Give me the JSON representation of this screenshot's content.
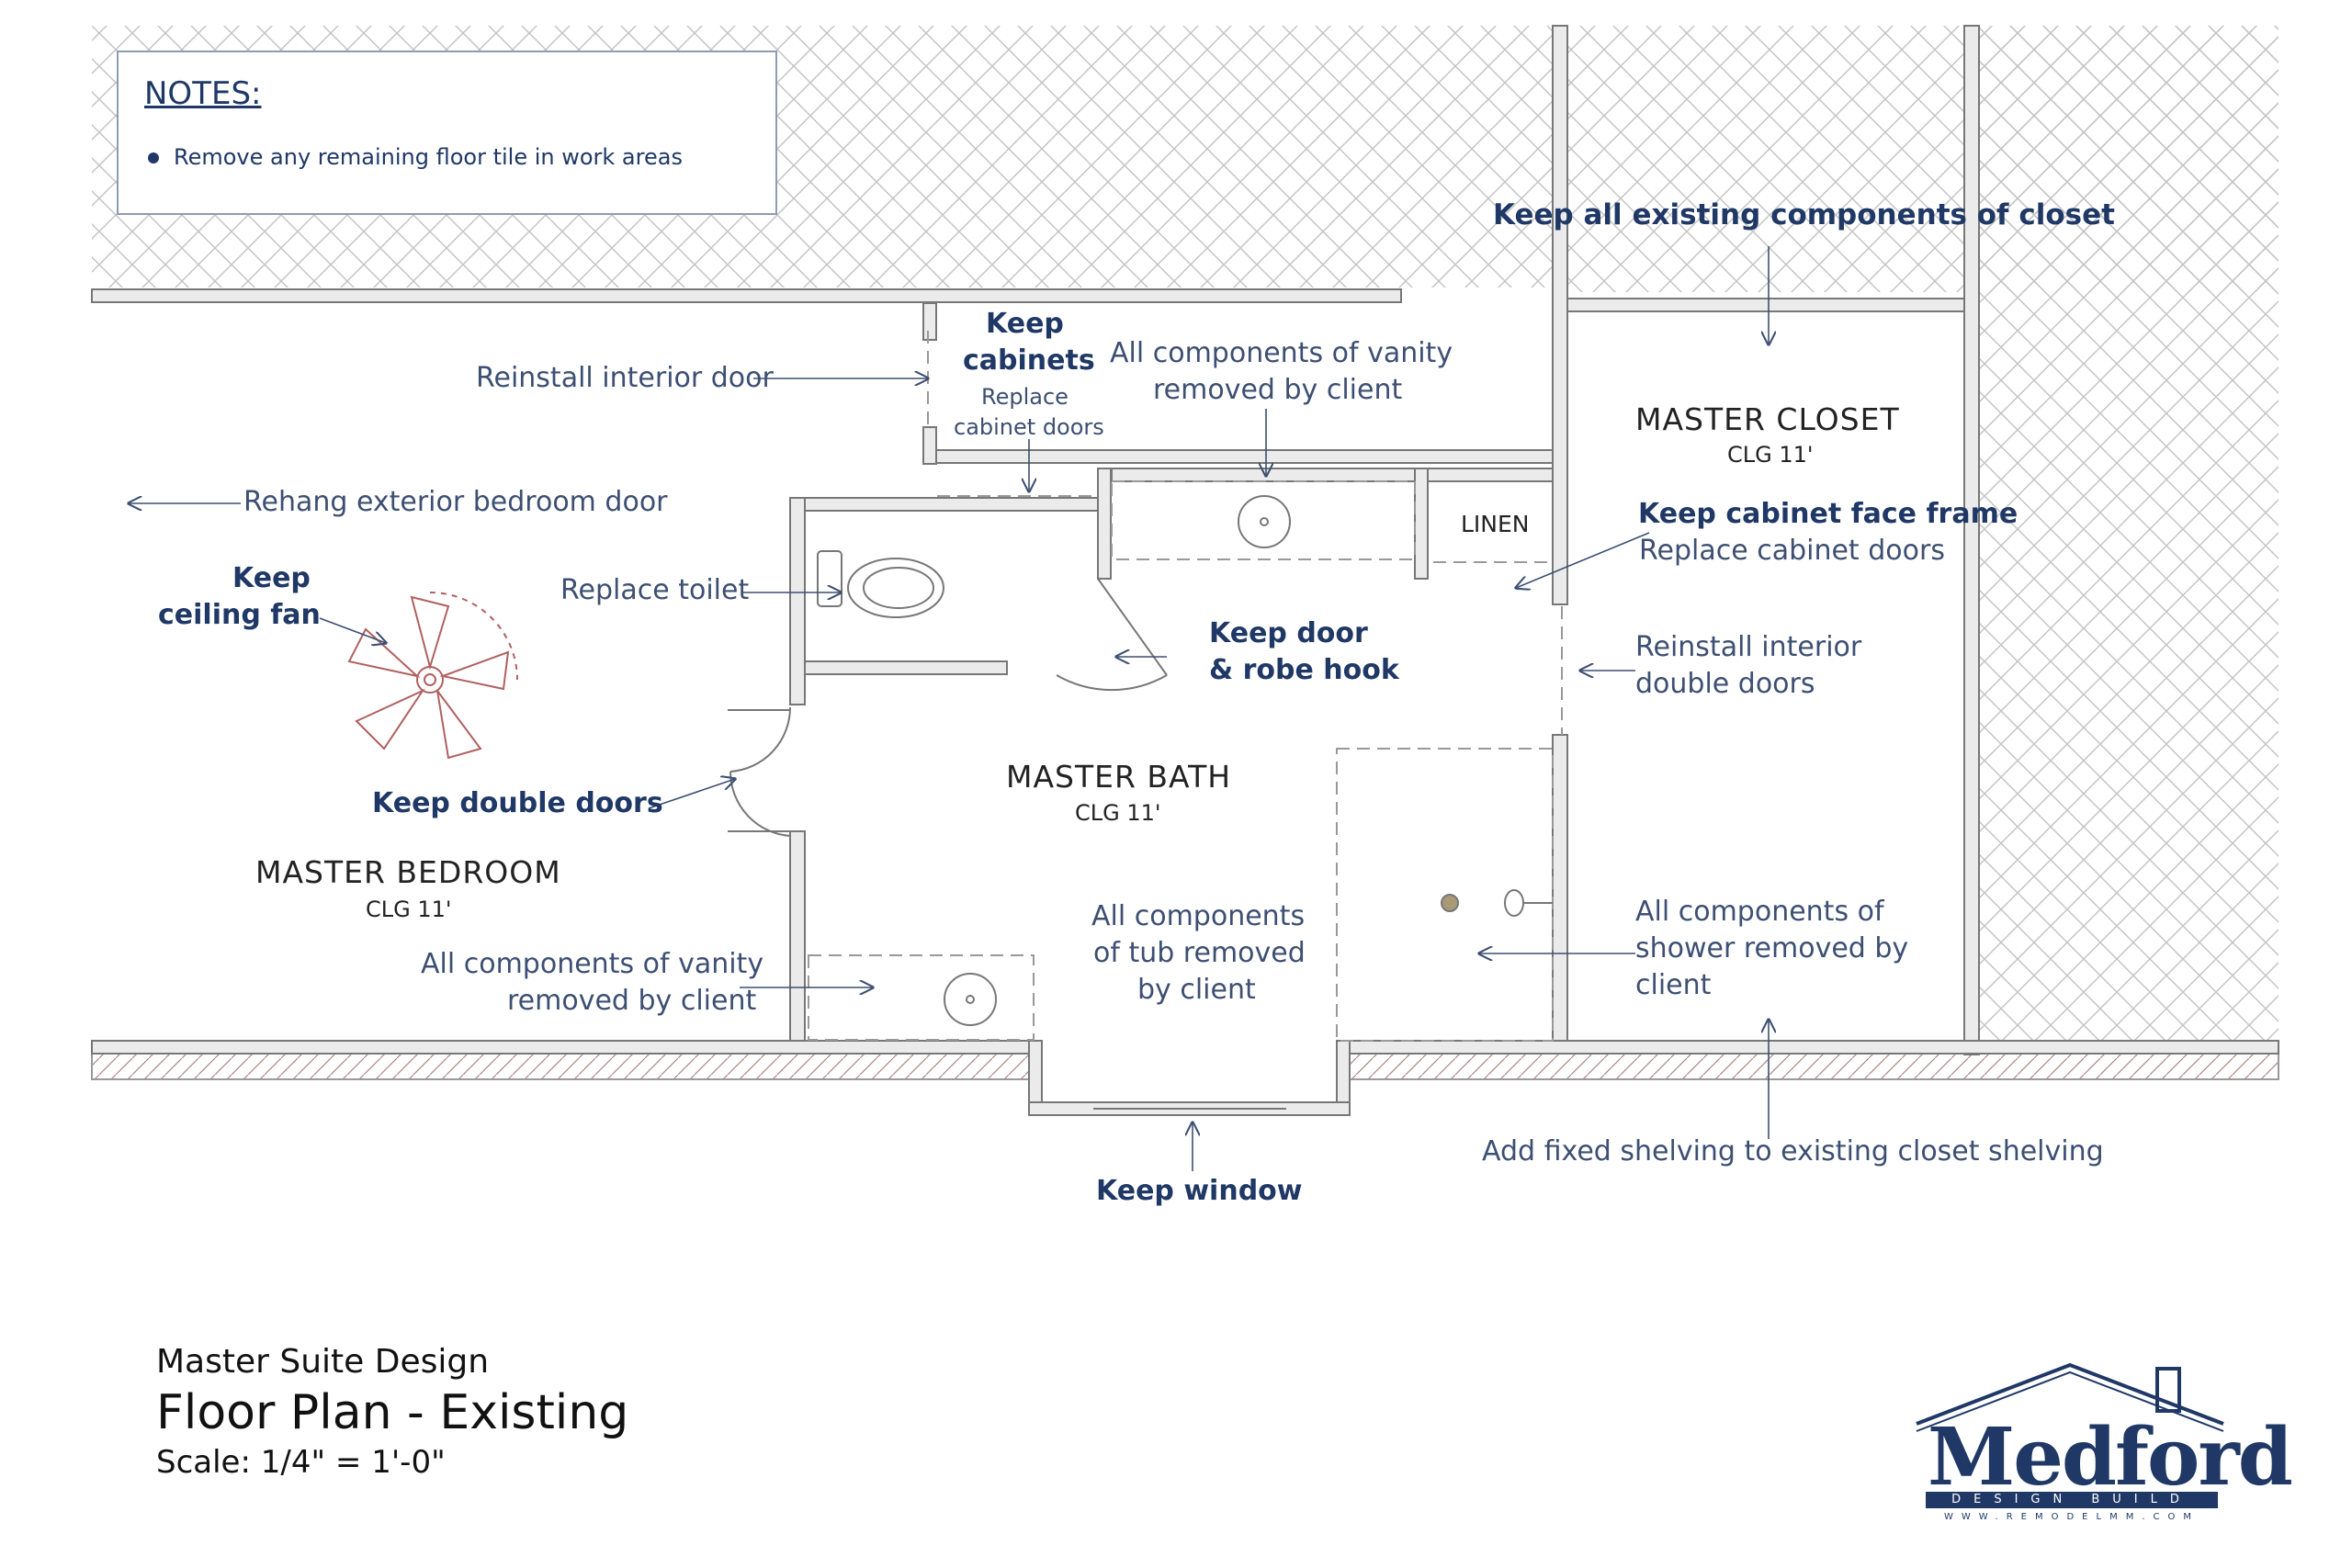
{
  "notes": {
    "title": "NOTES:",
    "items": [
      "Remove any remaining floor tile in work areas"
    ]
  },
  "rooms": {
    "bedroom": {
      "name": "MASTER BEDROOM",
      "clg": "CLG 11'"
    },
    "bath": {
      "name": "MASTER BATH",
      "clg": "CLG 11'"
    },
    "closet": {
      "name": "MASTER CLOSET",
      "clg": "CLG 11'"
    },
    "linen": {
      "name": "LINEN"
    }
  },
  "callouts": {
    "keep_closet": "Keep all existing components of closet",
    "reinstall_interior_door": "Reinstall interior door",
    "keep_cabinets_1": "Keep",
    "keep_cabinets_2": "cabinets",
    "replace_cab_doors_1": "Replace",
    "replace_cab_doors_2": "cabinet doors",
    "vanity_top_1": "All components of vanity",
    "vanity_top_2": "removed by client",
    "rehang_exterior": "Rehang exterior bedroom door",
    "keep_fan_1": "Keep",
    "keep_fan_2": "ceiling fan",
    "replace_toilet": "Replace toilet",
    "keep_face_frame": "Keep cabinet face frame",
    "replace_cabinet_doors": "Replace cabinet doors",
    "keep_door_1": "Keep door",
    "keep_door_2": "& robe hook",
    "reinstall_double_1": "Reinstall interior",
    "reinstall_double_2": "double doors",
    "keep_double_doors": "Keep double doors",
    "vanity_bottom_1": "All components of vanity",
    "vanity_bottom_2": "removed by client",
    "tub_1": "All components",
    "tub_2": "of tub removed",
    "tub_3": "by client",
    "shower_1": "All components of",
    "shower_2": "shower removed by",
    "shower_3": "client",
    "shelving": "Add fixed shelving to existing closet shelving",
    "keep_window": "Keep window"
  },
  "title_block": {
    "project": "Master Suite Design",
    "sheet": "Floor Plan - Existing",
    "scale": "Scale: 1/4\" = 1'-0\""
  },
  "logo": {
    "name": "Medford",
    "tagline": "DESIGN BUILD",
    "website": "WWW.REMODELMM.COM"
  },
  "colors": {
    "annotation": "#3d4f72",
    "emphasis": "#1f3866",
    "wall": "#8a8a8a",
    "hatch": "#c9c9c9",
    "fan": "#b06060"
  }
}
